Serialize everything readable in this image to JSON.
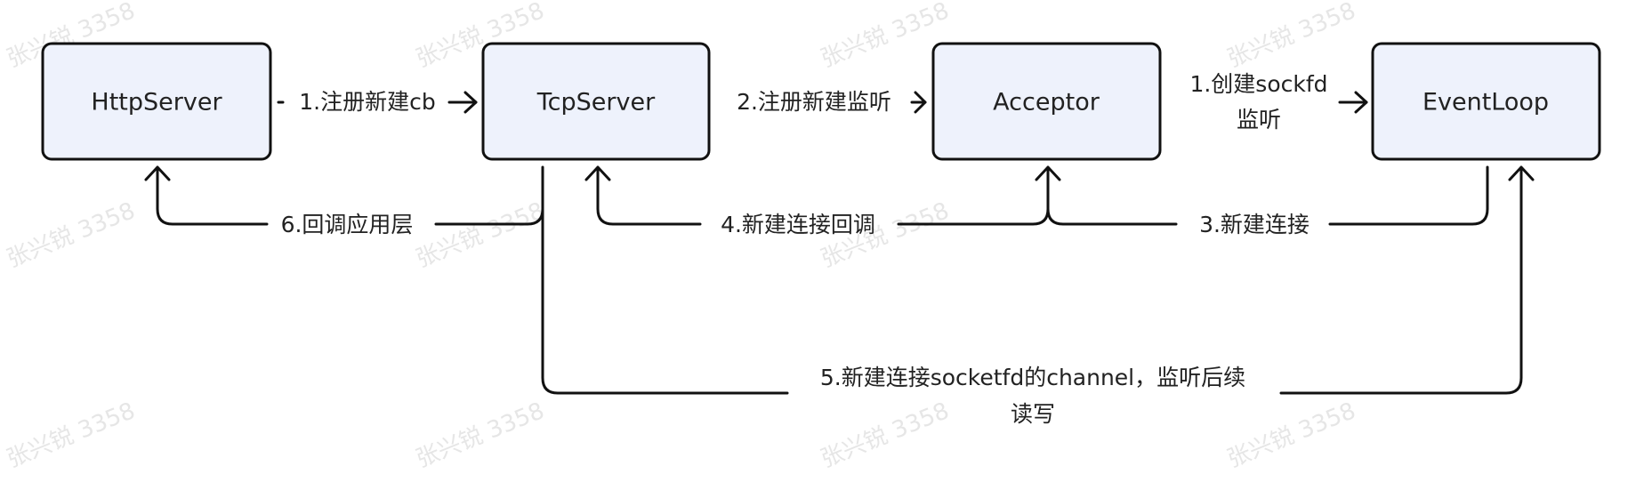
{
  "nodes": {
    "httpserver": "HttpServer",
    "tcpserver": "TcpServer",
    "acceptor": "Acceptor",
    "eventloop": "EventLoop"
  },
  "edges": {
    "register_cb": "1.注册新建cb",
    "register_listen": "2.注册新建监听",
    "create_sockfd_line1": "1.创建sockfd",
    "create_sockfd_line2": "监听",
    "new_connection": "3.新建连接",
    "new_connection_callback": "4.新建连接回调",
    "callback_app_layer": "6.回调应用层",
    "channel_line1": "5.新建连接socketfd的channel，监听后续",
    "channel_line2": "读写"
  },
  "watermark": "张兴锐 3358",
  "colors": {
    "node_fill": "#eef2fc",
    "stroke": "#111111",
    "text": "#222222"
  }
}
